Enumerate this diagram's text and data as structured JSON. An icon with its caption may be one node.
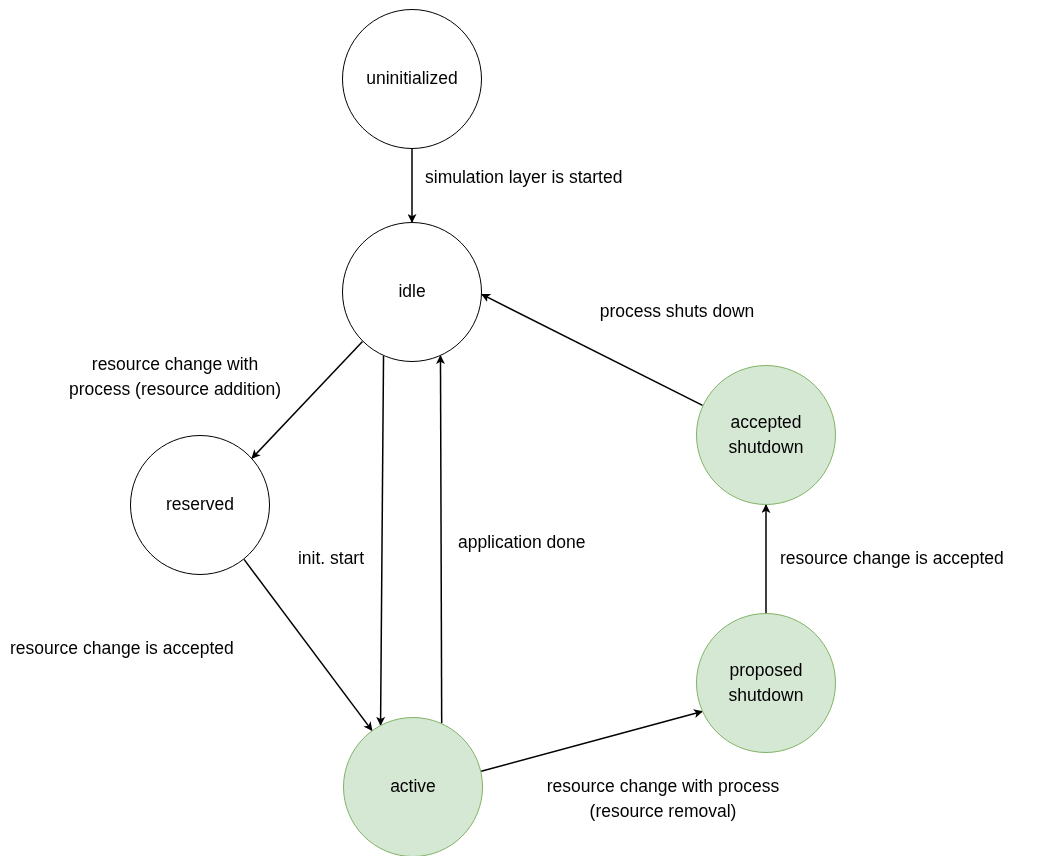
{
  "diagram": {
    "nodes": [
      {
        "text": [
          "uninitialized"
        ]
      },
      {
        "text": [
          "idle"
        ]
      },
      {
        "text": [
          "reserved"
        ]
      },
      {
        "text": [
          "active"
        ]
      },
      {
        "text": [
          "proposed shutdown"
        ]
      },
      {
        "text": [
          "accepted shutdown"
        ]
      }
    ],
    "edges": [
      {
        "from": 0,
        "to": 1,
        "arrow": "to",
        "label": "simulation layer is started"
      },
      {
        "from": 1,
        "to": 2,
        "arrow": "to",
        "label": "resource change with process (resource addition)"
      },
      {
        "from": 1,
        "to": 3,
        "arrow": "to",
        "label": "init. start"
      },
      {
        "from": 3,
        "to": 1,
        "arrow": "to",
        "label": "application done"
      },
      {
        "from": 2,
        "to": 3,
        "arrow": "to",
        "label": "resource change is accepted"
      },
      {
        "from": 3,
        "to": 4,
        "arrow": "to",
        "label": "resource change with process (resource removal)"
      },
      {
        "from": 4,
        "to": 5,
        "arrow": "to",
        "label": "resource change is accepted"
      },
      {
        "from": 5,
        "to": 1,
        "arrow": "to",
        "label": "process shuts down"
      }
    ]
  }
}
